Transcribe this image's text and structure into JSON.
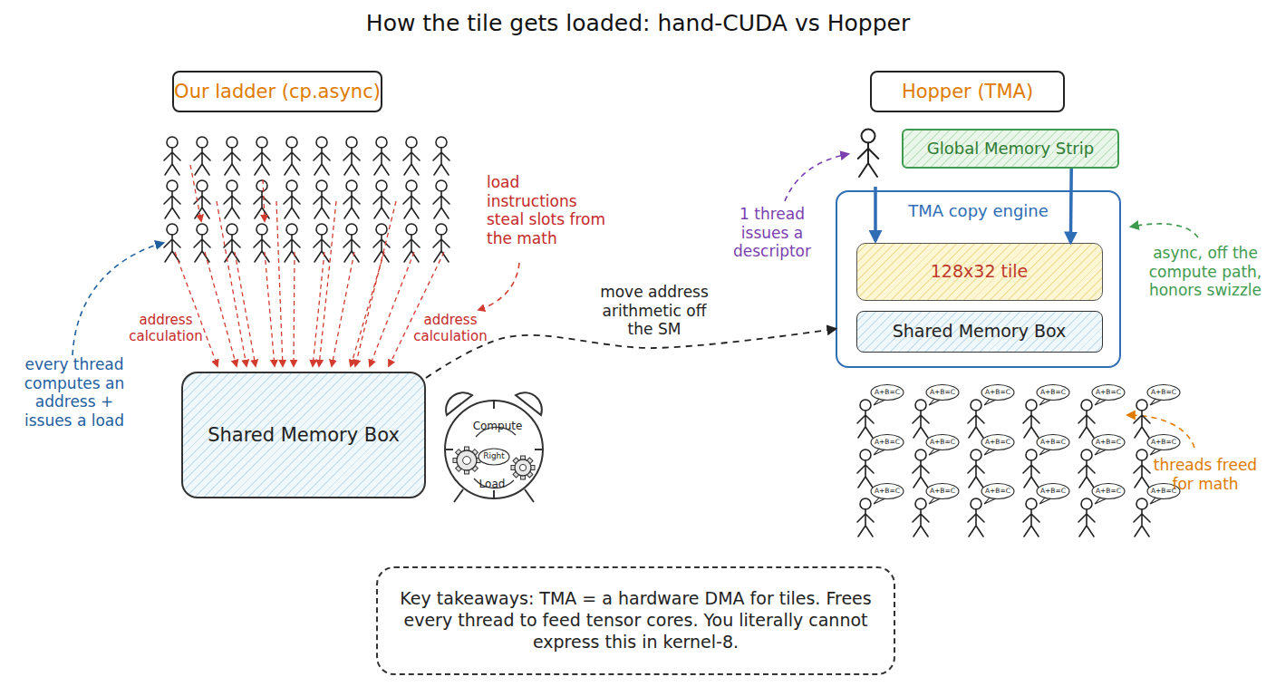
{
  "diagram": {
    "title": "How the tile gets loaded: hand-CUDA vs Hopper",
    "nodes": [
      {
        "text": [
          "Our ladder (cp.async)"
        ]
      },
      {
        "text": [
          "Hopper (TMA)"
        ]
      },
      {
        "text": [
          "Global Memory Strip"
        ]
      },
      {
        "text": [
          "TMA copy engine"
        ]
      },
      {
        "text": [
          "128x32 tile"
        ],
        "in": 3
      },
      {
        "text": [
          "Shared Memory Box"
        ],
        "in": 3
      },
      {
        "text": [
          "Shared Memory Box"
        ]
      },
      {
        "text": [
          "Compute",
          "Right",
          "Load"
        ]
      },
      {
        "text": [
          "Key takeaways: TMA = a hardware DMA for tiles. Frees every thread to feed tensor cores. You literally cannot express this in kernel-8."
        ]
      }
    ],
    "edges": [
      {
        "from": 2,
        "to": 4,
        "arrow": "to"
      },
      {
        "from": 6,
        "to": 3,
        "label": "move address arithmetic off the SM",
        "arrow": "to"
      }
    ],
    "labels": [
      "load instructions steal slots from the math",
      "address calculation",
      "address calculation",
      "every thread computes an address + issues a load",
      "1 thread issues a descriptor",
      "async, off the compute path, honors swizzle",
      "threads freed for math",
      "A+B=C",
      "A+B=C",
      "A+B=C",
      "A+B=C",
      "A+B=C",
      "A+B=C",
      "A+B=C",
      "A+B=C",
      "A+B=C",
      "A+B=C",
      "A+B=C",
      "A+B=C",
      "A+B=C",
      "A+B=C",
      "A+B=C",
      "A+B=C",
      "A+B=C",
      "A+B=C"
    ]
  }
}
